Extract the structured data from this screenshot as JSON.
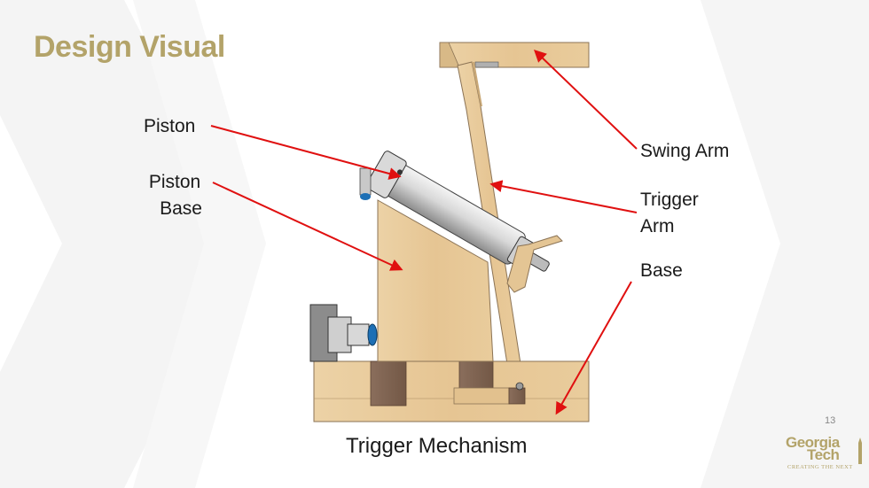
{
  "slide": {
    "title": "Design Visual",
    "page_number": "13",
    "caption": "Trigger Mechanism"
  },
  "labels": {
    "piston": "Piston",
    "piston_base_line1": "Piston",
    "piston_base_line2": "Base",
    "swing_arm": "Swing Arm",
    "trigger_arm_line1": "Trigger",
    "trigger_arm_line2": "Arm",
    "base": "Base"
  },
  "logo": {
    "line1": "Georgia",
    "line2": "Tech",
    "tagline": "CREATING THE NEXT"
  },
  "colors": {
    "title_gold": "#b3a369",
    "arrow_red": "#e01010",
    "wood": "#e8c99a"
  },
  "icons": {
    "logo_tower": "tech-tower-icon"
  }
}
